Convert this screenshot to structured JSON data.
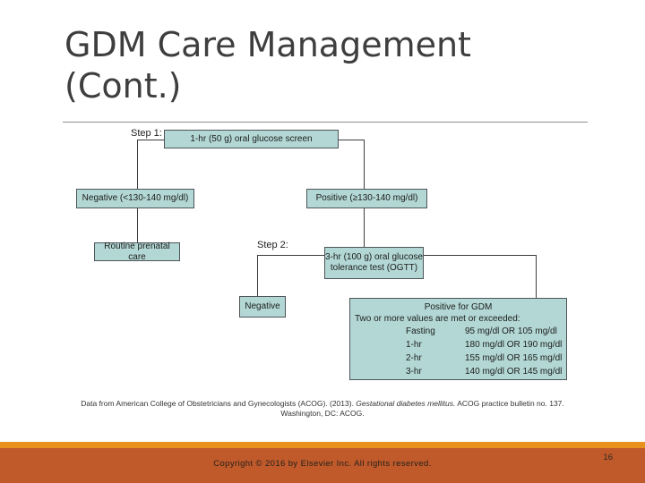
{
  "slide": {
    "title": "GDM Care Management (Cont.)",
    "footer": {
      "copyright": "Copyright © 2016 by Elsevier Inc. All rights reserved.",
      "page_number": "16"
    },
    "colors": {
      "footer_bar": "#c05a2b",
      "footer_strip": "#e8911c",
      "box_fill": "#b2d7d4",
      "box_border": "#4e5558",
      "title_text": "#3e3e3e"
    }
  },
  "flowchart": {
    "step1_label": "Step 1:",
    "step2_label": "Step 2:",
    "screen_box": "1-hr (50 g) oral glucose screen",
    "negative1_box": "Negative (<130-140 mg/dl)",
    "positive1_box": "Positive (≥130-140 mg/dl)",
    "routine_box": "Routine prenatal care",
    "ogtt_box_line1": "3-hr (100 g) oral glucose",
    "ogtt_box_line2": "tolerance test (OGTT)",
    "negative2_box": "Negative",
    "gdm_box": {
      "title": "Positive for GDM",
      "subtitle": "Two or more values are met or exceeded:",
      "rows": [
        {
          "label": "Fasting",
          "value": "95 mg/dl OR 105 mg/dl"
        },
        {
          "label": "1-hr",
          "value": "180 mg/dl OR 190 mg/dl"
        },
        {
          "label": "2-hr",
          "value": "155 mg/dl OR 165 mg/dl"
        },
        {
          "label": "3-hr",
          "value": "140 mg/dl OR 145 mg/dl"
        }
      ]
    },
    "citation": {
      "part1": "Data from American College of Obstetricians and Gynecologists (ACOG). (2013). ",
      "italic": "Gestational diabetes mellitus.",
      "part3": " ACOG practice bulletin no. 137.",
      "line2": "Washington, DC: ACOG."
    }
  }
}
